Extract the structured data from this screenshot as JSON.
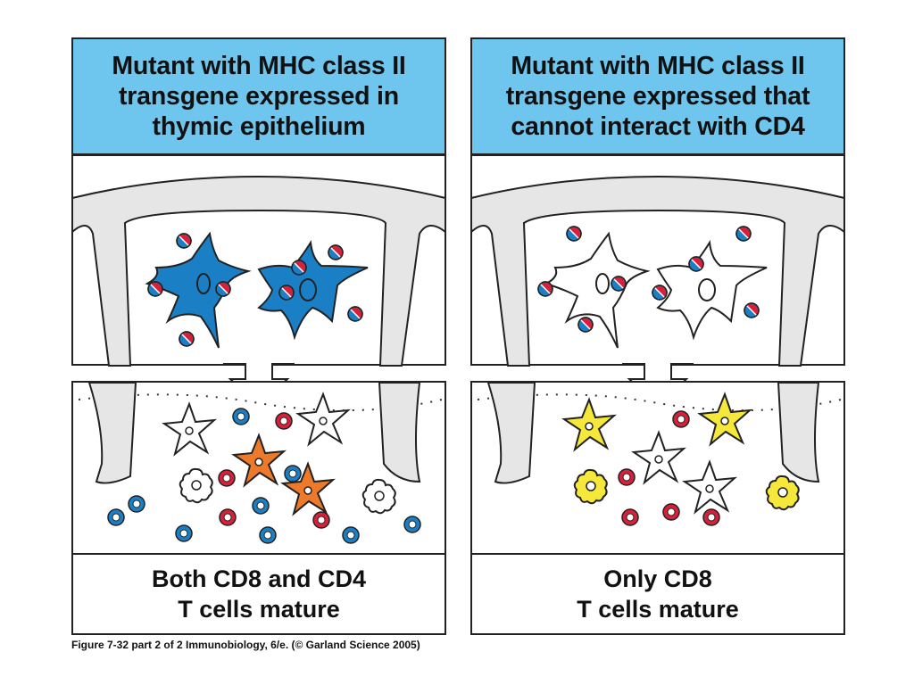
{
  "panels": {
    "left": {
      "title": "Mutant with MHC class II\ntransgene expressed in\nthymic epithelium",
      "result": "Both CD8 and CD4\nT cells mature"
    },
    "right": {
      "title": "Mutant with MHC class II\ntransgene expressed that\ncannot interact with CD4",
      "result": "Only CD8\nT cells mature"
    }
  },
  "caption": "Figure 7-32 part 2 of 2  Immunobiology, 6/e. (© Garland Science 2005)",
  "colors": {
    "header_blue": "#6ec6ef",
    "epithelial_blue": "#1a7fc4",
    "cd8_blue": "#1a7fc4",
    "cd4_red": "#d8203a",
    "mature_orange": "#ec7a2a",
    "mature_yellow": "#f5e83a",
    "membrane_gray": "#e6e6e6"
  }
}
